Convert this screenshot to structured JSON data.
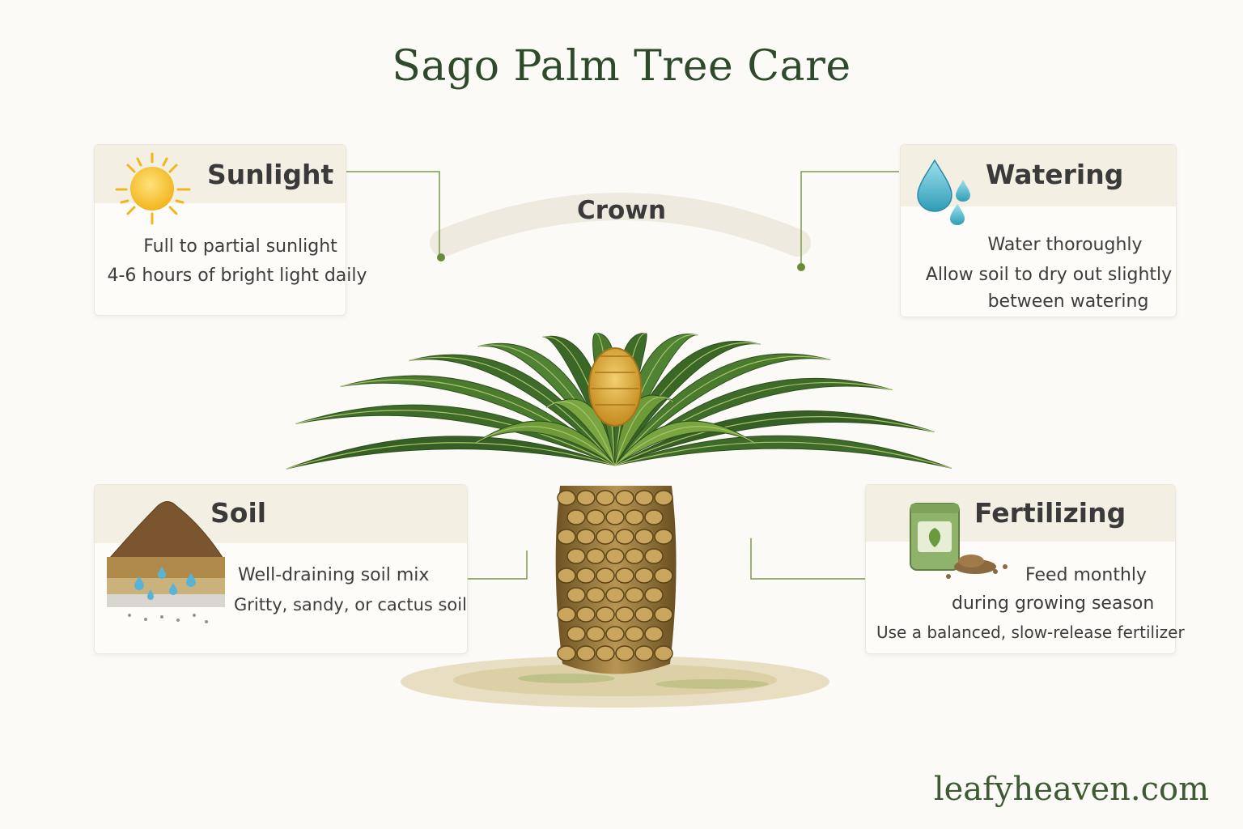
{
  "title": "Sago Palm Tree Care",
  "crown_label": "Crown",
  "cards": {
    "sunlight": {
      "title": "Sunlight",
      "lines": [
        "Full to partial sunlight",
        "4-6 hours of bright light daily"
      ],
      "icon": "sun-icon"
    },
    "watering": {
      "title": "Watering",
      "lines": [
        "Water thoroughly",
        "Allow soil to dry out slightly",
        "between watering"
      ],
      "icon": "water-drops-icon"
    },
    "soil": {
      "title": "Soil",
      "lines": [
        "Well-draining soil mix",
        "Gritty, sandy, or cactus soil"
      ],
      "icon": "soil-layers-icon"
    },
    "fertilizing": {
      "title": "Fertilizing",
      "lines": [
        "Feed monthly",
        "during growing season",
        "Use a balanced, slow-release fertilizer"
      ],
      "icon": "fertilizer-bag-icon"
    }
  },
  "footer": "leafyheaven.com",
  "colors": {
    "title": "#2f4a2a",
    "connector": "#7a9a4a",
    "frond": "#3f6b2a",
    "cone": "#d9a93a",
    "trunk": "#9a7a3e"
  }
}
